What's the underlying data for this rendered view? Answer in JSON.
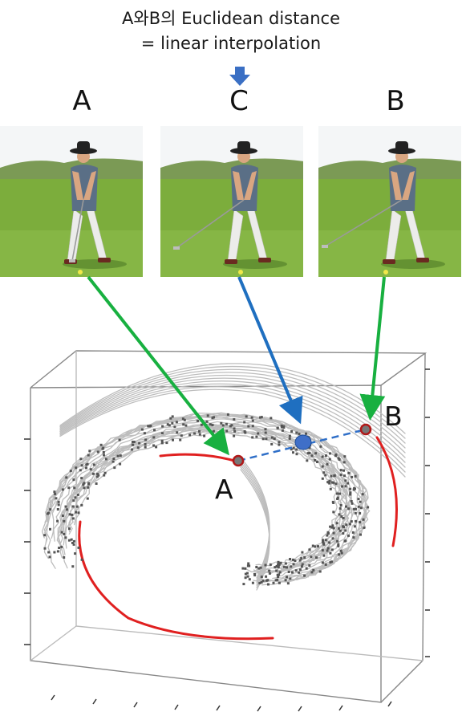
{
  "caption": {
    "line1": "A와B의 Euclidean distance",
    "line2": "= linear interpolation"
  },
  "frames": [
    {
      "label": "A",
      "club_direction": "vertical"
    },
    {
      "label": "C",
      "club_direction": "diagonal-left"
    },
    {
      "label": "B",
      "club_direction": "diagonal-left-long"
    }
  ],
  "points": {
    "a_label": "A",
    "b_label": "B"
  },
  "colors": {
    "green_arrow": "#18b040",
    "blue_arrow": "#1f6fc0",
    "interp_dot": "#3f6fc8",
    "trajectory": "#bdbdbd",
    "highlight": "#e02020",
    "sample_dots": "#555555"
  }
}
